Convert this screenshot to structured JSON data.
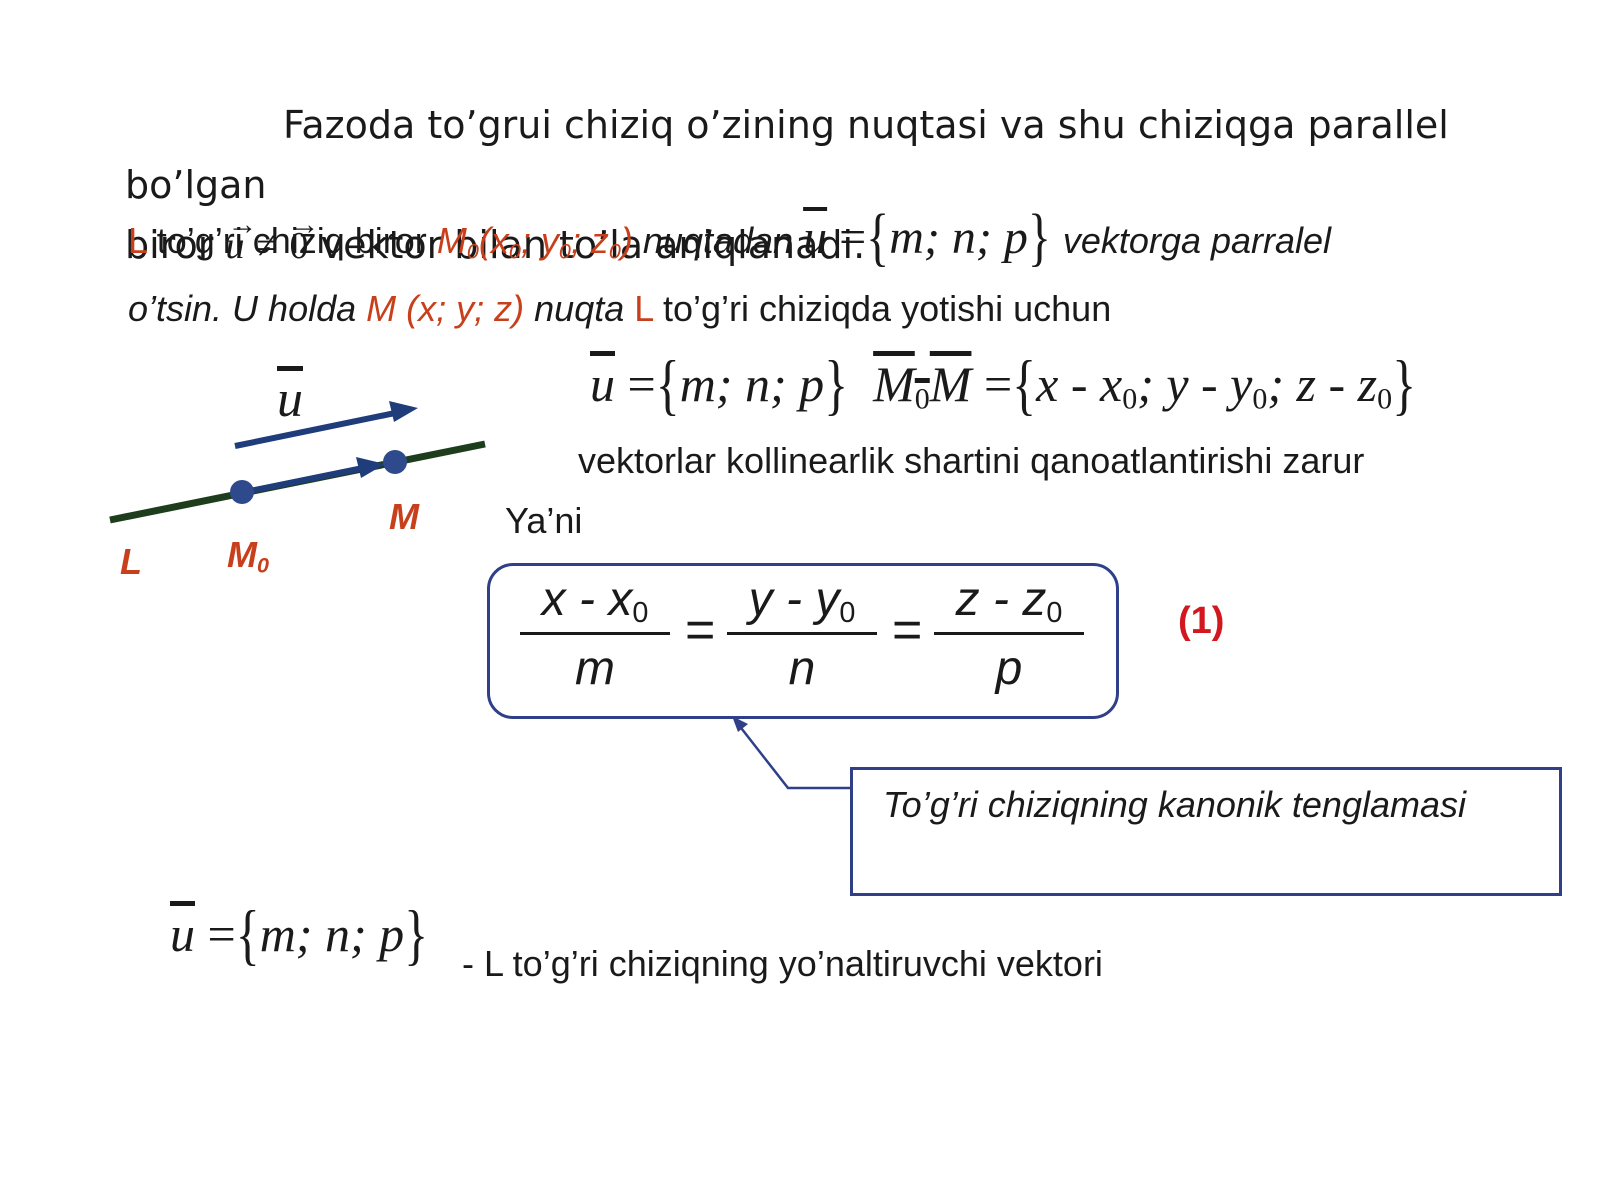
{
  "intro": {
    "line1": "Fazoda to’grui chiziq o’zining nuqtasi va shu chiziqga parallel bo’lgan",
    "line2_pre": "biror",
    "u_vec": "u",
    "neq": "≠",
    "zero_vec": "0",
    "line2_post": "vektor bilan to’la aniqlanadi."
  },
  "line3": {
    "L": "L",
    "text1": "to’g’ri chiziq biror",
    "M0": "M",
    "M0_sub": "0",
    "coords_open": "(x",
    "x_sub": "0",
    "sep1": "; y",
    "y_sub": "0",
    "sep2": "; z",
    "z_sub": "0",
    "coords_close": ")",
    "text2": "nuqtadan",
    "u": "u",
    "eq": "=",
    "brace_open": "{",
    "mnp": "m; n; p",
    "brace_close": "}",
    "text3": "vektorga parralel"
  },
  "line4": {
    "text1": "o’tsin. U holda",
    "M": "M (x; y; z)",
    "text2": "nuqta",
    "L": "L",
    "text3": "to’g’ri chiziqda yotishi uchun"
  },
  "vec_eq": {
    "u": "u",
    "eq1": "=",
    "open1": "{",
    "mnp": "m; n; p",
    "close1": "}",
    "M0M_a": "M",
    "M0M_sub": "0",
    "M0M_b": "M",
    "eq2": "=",
    "open2": "{",
    "comp1": "x - x",
    "sub1": "0",
    "comp2": "; y - y",
    "sub2": "0",
    "comp3": "; z - z",
    "sub3": "0",
    "close2": "}"
  },
  "collinear_text": "vektorlar kollinearlik shartini qanoatlantirishi zarur",
  "yani": "Ya’ni",
  "canonical": {
    "num1": "x - x",
    "num1_sub": "0",
    "den1": "m",
    "eq1": "=",
    "num2": "y - y",
    "num2_sub": "0",
    "den2": "n",
    "eq2": "=",
    "num3": "z - z",
    "num3_sub": "0",
    "den3": "p"
  },
  "equation_number": "(1)",
  "callout_label": "To’g’ri chiziqning kanonik tenglamasi",
  "direction": {
    "u": "u",
    "eq": "=",
    "open": "{",
    "mnp": "m; n; p",
    "close": "}",
    "text": "- L to’g’ri chiziqning yo’naltiruvchi vektori"
  },
  "diagram": {
    "u_label": "u",
    "L_label": "L",
    "M0_label": "M",
    "M0_sub": "0",
    "M_label": "M"
  },
  "colors": {
    "accent_red": "#c8401b",
    "number_red": "#d2181e",
    "box_border": "#2f3f88",
    "vector_blue": "#1f3d7a",
    "line_green": "#1d3d1d"
  }
}
